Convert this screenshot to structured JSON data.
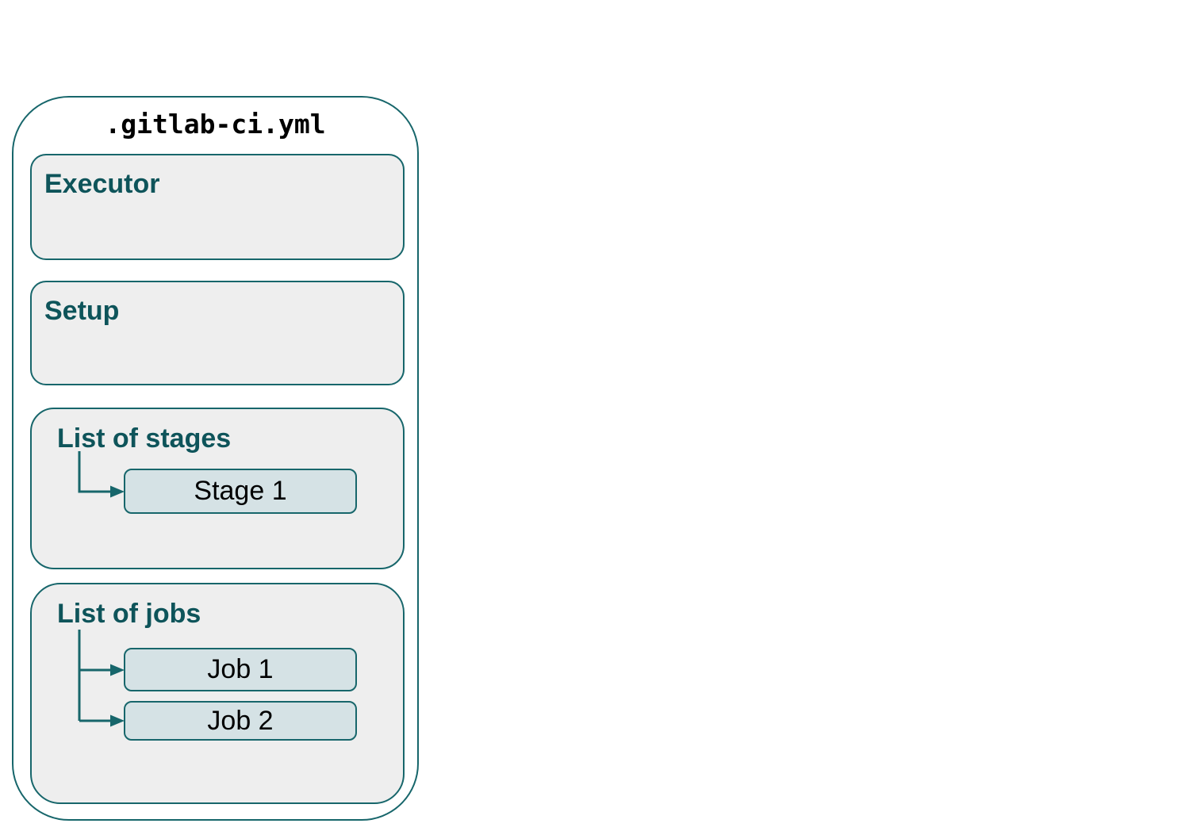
{
  "title": ".gitlab-ci.yml",
  "sections": [
    {
      "id": "executor",
      "label": "Executor",
      "items": []
    },
    {
      "id": "setup",
      "label": "Setup",
      "items": []
    },
    {
      "id": "stages",
      "label": "List of stages",
      "items": [
        {
          "label": "Stage 1"
        }
      ]
    },
    {
      "id": "jobs",
      "label": "List of jobs",
      "items": [
        {
          "label": "Job 1"
        },
        {
          "label": "Job 2"
        }
      ]
    }
  ],
  "colors": {
    "border-teal": "#17666b",
    "heading-teal": "#0e545a",
    "section-fill": "#eeeeee",
    "item-fill": "#d5e2e5",
    "item-text": "#000000",
    "title-text": "#000000",
    "canvas-bg": "#ffffff"
  }
}
